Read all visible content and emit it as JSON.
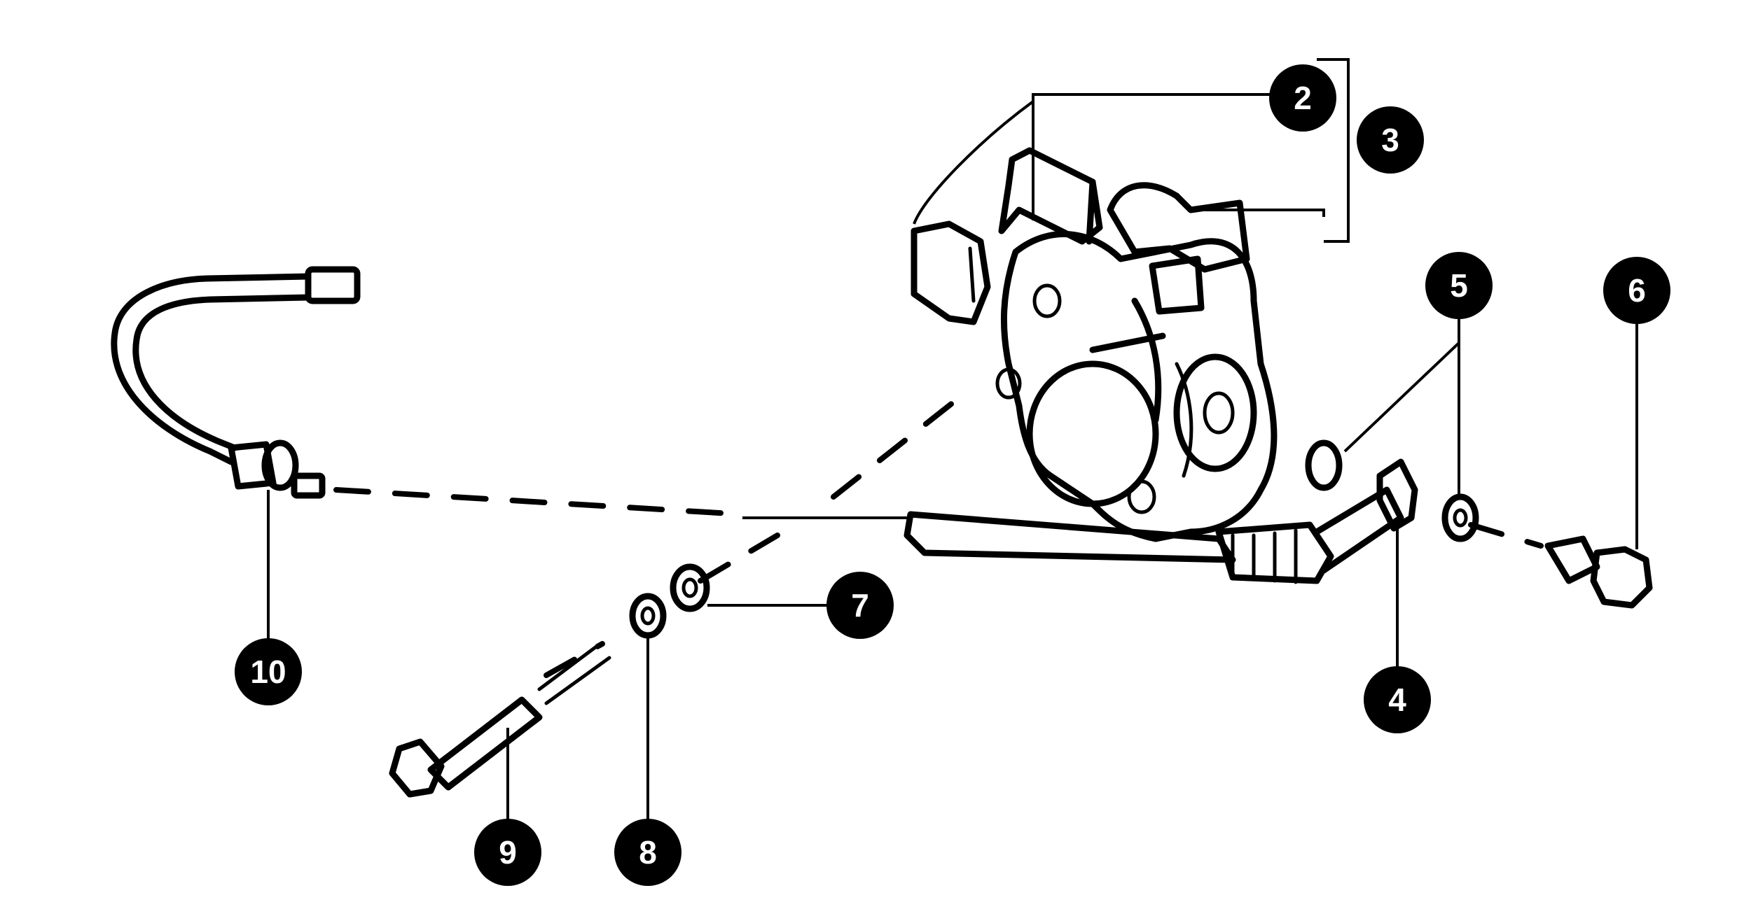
{
  "callouts": [
    {
      "id": "2",
      "label": "2"
    },
    {
      "id": "3",
      "label": "3"
    },
    {
      "id": "4",
      "label": "4"
    },
    {
      "id": "5",
      "label": "5"
    },
    {
      "id": "6",
      "label": "6"
    },
    {
      "id": "7",
      "label": "7"
    },
    {
      "id": "8",
      "label": "8"
    },
    {
      "id": "9",
      "label": "9"
    },
    {
      "id": "10",
      "label": "10"
    }
  ],
  "colors": {
    "ink": "#000000",
    "background": "#ffffff",
    "callout_text": "#ffffff"
  }
}
